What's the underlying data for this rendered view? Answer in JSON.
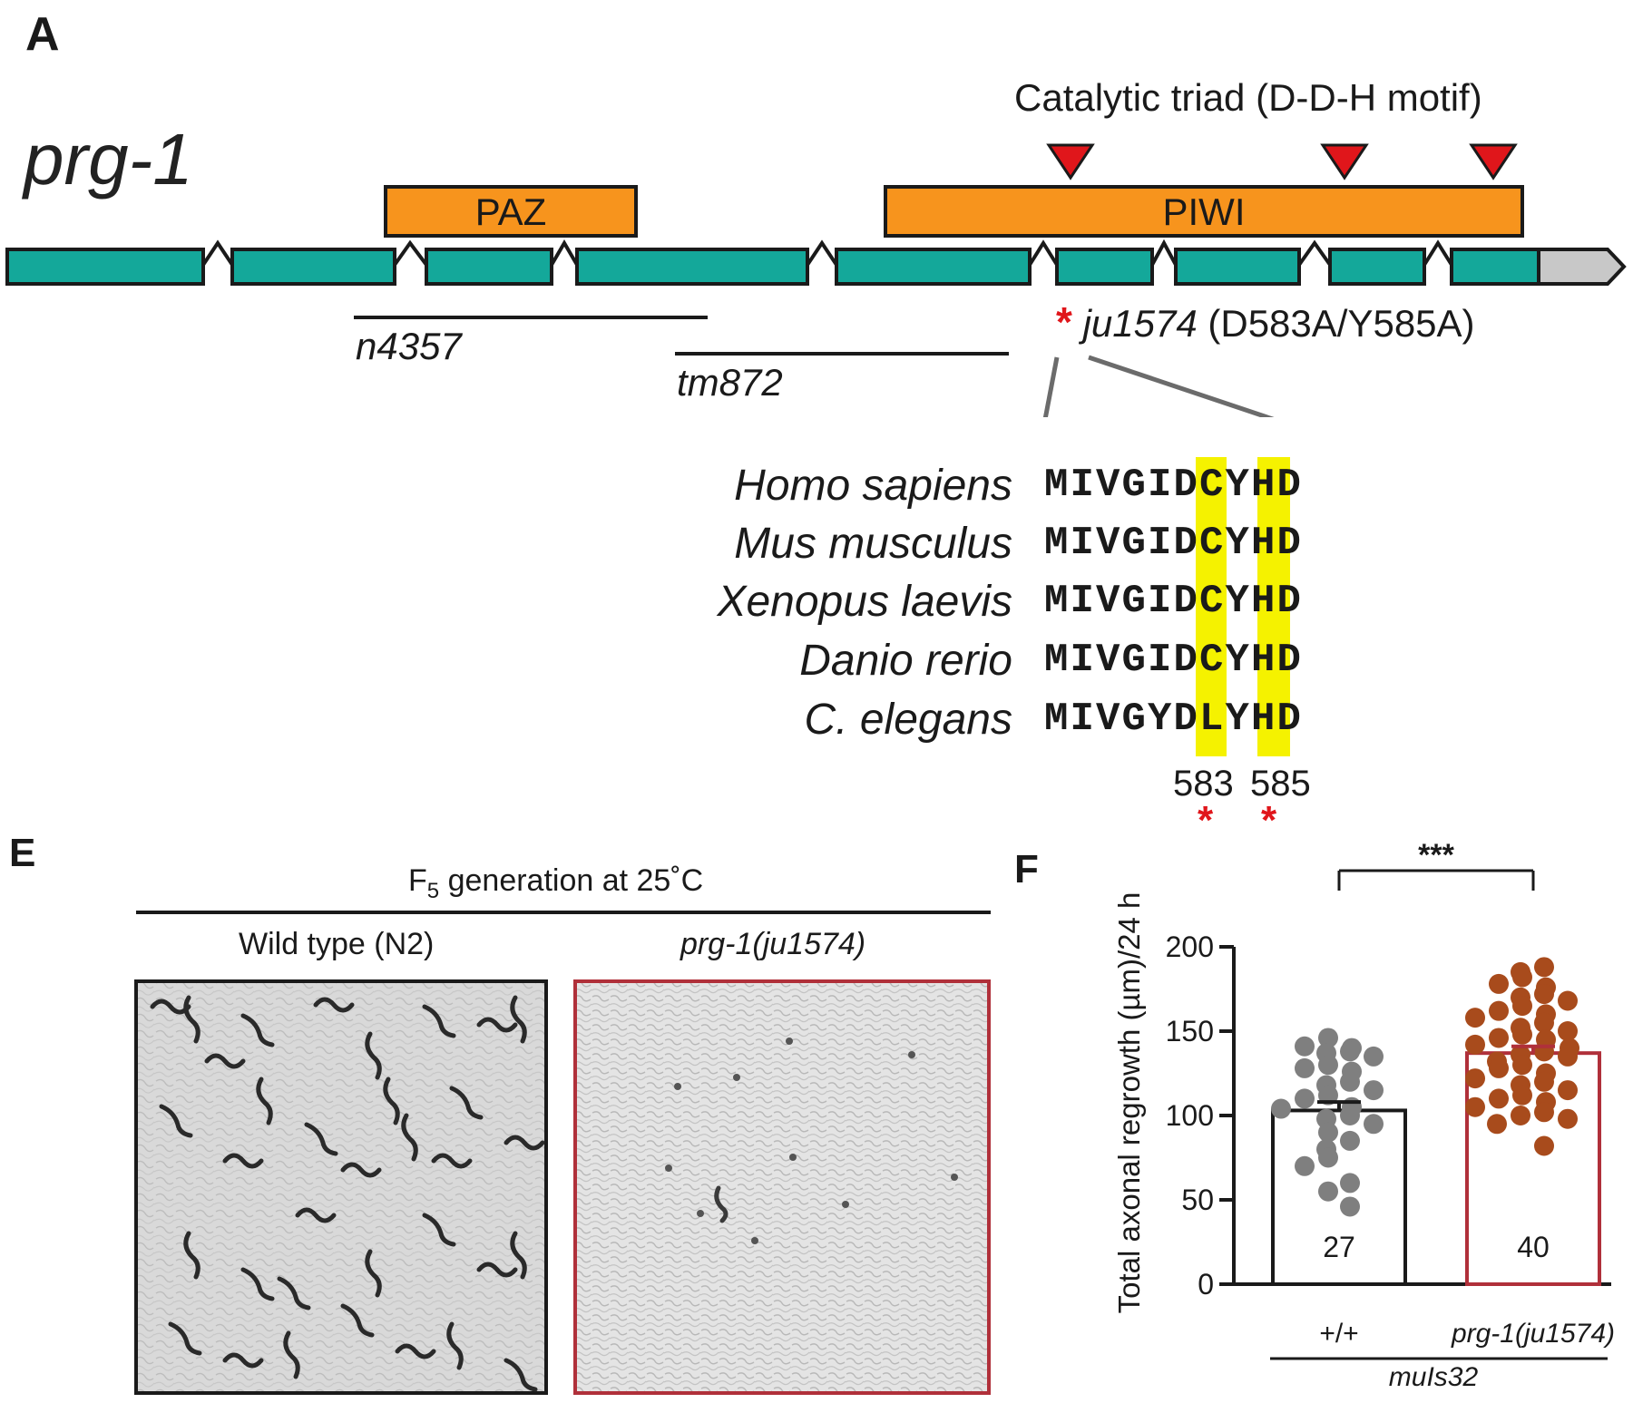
{
  "panels": {
    "a": {
      "letter": "A"
    },
    "e": {
      "letter": "E"
    },
    "f": {
      "letter": "F"
    }
  },
  "gene": {
    "name": "prg-1",
    "domains": {
      "paz": "PAZ",
      "piwi": "PIWI"
    },
    "catalytic_label": "Catalytic triad (D-D-H motif)",
    "alleles": {
      "n4357": "n4357",
      "tm872": "tm872"
    },
    "point_mutation": {
      "asterisk": "*",
      "allele": "ju1574",
      "change": "(D583A/Y585A)"
    },
    "colors": {
      "exon": "#14a89a",
      "domain": "#f7941d",
      "utr": "#c8c8c8",
      "triangle": "#e0161b",
      "highlight": "#f5f200"
    }
  },
  "alignment": {
    "rows": [
      {
        "species": "Homo sapiens",
        "seq": "MIVGIDCYHD"
      },
      {
        "species": "Mus musculus",
        "seq": "MIVGIDCYHD"
      },
      {
        "species": "Xenopus laevis",
        "seq": "MIVGIDCYHD"
      },
      {
        "species": "Danio rerio",
        "seq": "MIVGIDCYHD"
      },
      {
        "species": "C. elegans",
        "seq": "MIVGYDLYHD"
      }
    ],
    "positions": [
      "583",
      "585"
    ],
    "asterisks": [
      "*",
      "*"
    ]
  },
  "panel_e": {
    "title_prefix": "F",
    "title_sub": "5",
    "title_suffix": " generation at 25˚C",
    "wild_type_label": "Wild type (N2)",
    "mutant_label": "prg-1(ju1574)"
  },
  "chart_data": {
    "type": "bar",
    "categories": [
      "+/+",
      "prg-1(ju1574)"
    ],
    "group_label": "muIs32",
    "ylabel": "Total axonal regrowth (µm)/24 h",
    "ylim": [
      0,
      200
    ],
    "yticks": [
      0,
      50,
      100,
      150,
      200
    ],
    "series": [
      {
        "values": [
          103,
          137
        ],
        "sem": [
          5,
          4
        ]
      }
    ],
    "n_labels": [
      "27",
      "40"
    ],
    "significance": "***",
    "points": {
      "+/+": [
        146,
        141,
        140,
        138,
        137,
        135,
        130,
        128,
        126,
        120,
        118,
        115,
        112,
        110,
        105,
        104,
        100,
        98,
        95,
        90,
        85,
        80,
        75,
        70,
        60,
        55,
        46
      ],
      "prg-1(ju1574)": [
        188,
        185,
        182,
        178,
        176,
        172,
        170,
        168,
        165,
        162,
        160,
        158,
        155,
        152,
        150,
        148,
        146,
        145,
        142,
        140,
        138,
        136,
        135,
        132,
        130,
        128,
        125,
        122,
        120,
        118,
        115,
        112,
        110,
        108,
        105,
        102,
        100,
        98,
        95,
        82
      ]
    },
    "colors": {
      "wt_points": "#7f7f7f",
      "mut_points": "#a84b1c",
      "mut_bar": "#b0303a",
      "wt_bar": "#1a1a1a"
    }
  }
}
